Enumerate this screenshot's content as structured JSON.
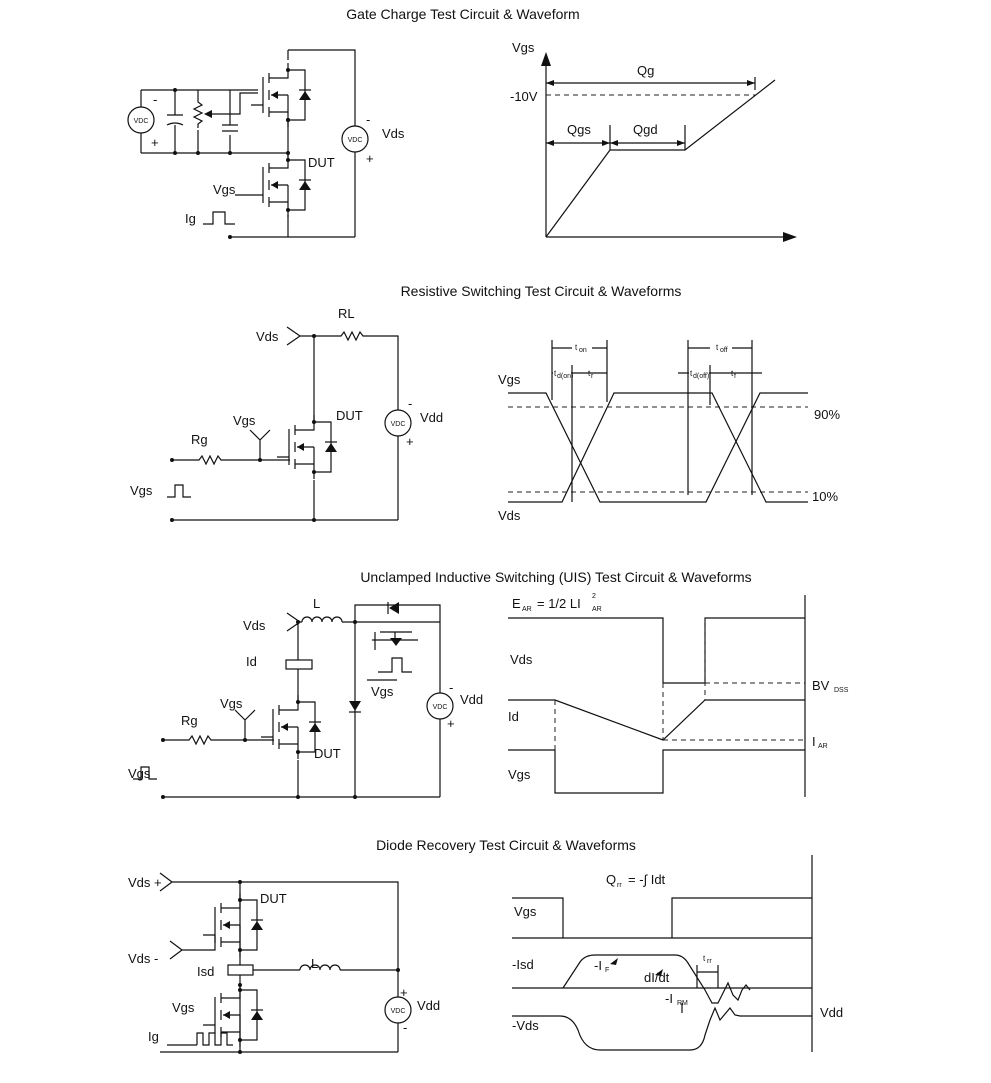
{
  "sections": [
    {
      "title": "Gate Charge Test Circuit & Waveform",
      "circuit": {
        "source_label": "VDC",
        "minus": "-",
        "plus": "+",
        "vds": "Vds",
        "dut": "DUT",
        "vgs": "Vgs",
        "ig": "Ig",
        "vdc2": "VDC",
        "minus2": "-",
        "plus2": "+"
      },
      "waveform": {
        "vgs": "Vgs",
        "v10": "-10V",
        "qg": "Qg",
        "qgs": "Qgs",
        "qgd": "Qgd"
      }
    },
    {
      "title": "Resistive Switching Test Circuit & Waveforms",
      "circuit": {
        "vds": "Vds",
        "rl": "RL",
        "vdd": "Vdd",
        "vdc": "VDC",
        "minus": "-",
        "plus": "+",
        "dut": "DUT",
        "vgs": "Vgs",
        "rg": "Rg",
        "vgs_pulse": "Vgs"
      },
      "waveform": {
        "vgs": "Vgs",
        "vds": "Vds",
        "p90": "90%",
        "p10": "10%",
        "ton": "t",
        "ton_sub": "on",
        "toff": "t",
        "toff_sub": "off",
        "tdon": "t",
        "tdon_sub": "d(on)",
        "tr": "t",
        "tr_sub": "r",
        "tdoff": "t",
        "tdoff_sub": "d(off)",
        "tf": "t",
        "tf_sub": "f"
      }
    },
    {
      "title": "Unclamped Inductive Switching (UIS) Test Circuit & Waveforms",
      "circuit": {
        "vds": "Vds",
        "l": "L",
        "id": "Id",
        "vgs": "Vgs",
        "rg": "Rg",
        "dut": "DUT",
        "vgs_pulse": "Vgs",
        "vgs_clamp": "Vgs",
        "vdd": "Vdd",
        "vdc": "VDC",
        "minus": "-",
        "plus": "+"
      },
      "waveform": {
        "ear": "E",
        "ear_sub": "AR",
        "ear_eq": "= 1/2 LI",
        "ear_sup": "2",
        "ear_sub2": "AR",
        "vds": "Vds",
        "id": "Id",
        "vgs": "Vgs",
        "bv": "BV",
        "bv_sub": "DSS",
        "iar": "I",
        "iar_sub": "AR"
      }
    },
    {
      "title": "Diode Recovery Test Circuit & Waveforms",
      "circuit": {
        "vds_plus": "Vds +",
        "vds_minus": "Vds -",
        "dut": "DUT",
        "isd": "Isd",
        "l": "L",
        "vgs": "Vgs",
        "ig": "Ig",
        "vdd": "Vdd",
        "vdc": "VDC",
        "minus": "-",
        "plus": "+"
      },
      "waveform": {
        "qrr": "Q",
        "qrr_sub": "rr",
        "qrr_eq": "= -∫ Idt",
        "vgs": "Vgs",
        "isd": "-Isd",
        "vds": "-Vds",
        "if": "-I",
        "if_sub": "F",
        "didt": "dI/dt",
        "trr": "t",
        "trr_sub": "rr",
        "irm": "-I",
        "irm_sub": "RM",
        "vdd": "Vdd"
      }
    }
  ]
}
